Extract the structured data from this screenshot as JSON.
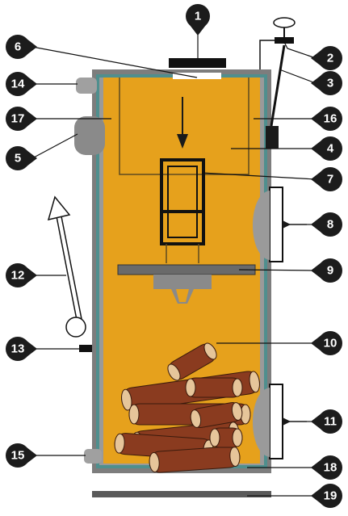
{
  "colors": {
    "boiler_fill": "#e6a11c",
    "boiler_shell": "#7d7d7d",
    "insulation": "#4f8f8e",
    "wood": "#8a3b1f",
    "wood_end": "#e6c59a",
    "steel_dark": "#3a3a3a",
    "callout": "#1c1c1c",
    "duct": "#8a8a8a"
  },
  "callouts": [
    "1",
    "2",
    "3",
    "4",
    "5",
    "6",
    "7",
    "8",
    "9",
    "10",
    "11",
    "12",
    "13",
    "14",
    "15",
    "16",
    "17",
    "18",
    "19"
  ],
  "icons": {
    "air_flow_arrow": "up-arrow-icon",
    "feed_arrow": "down-arrow-icon",
    "door_arrow": "right-arrow-icon"
  }
}
